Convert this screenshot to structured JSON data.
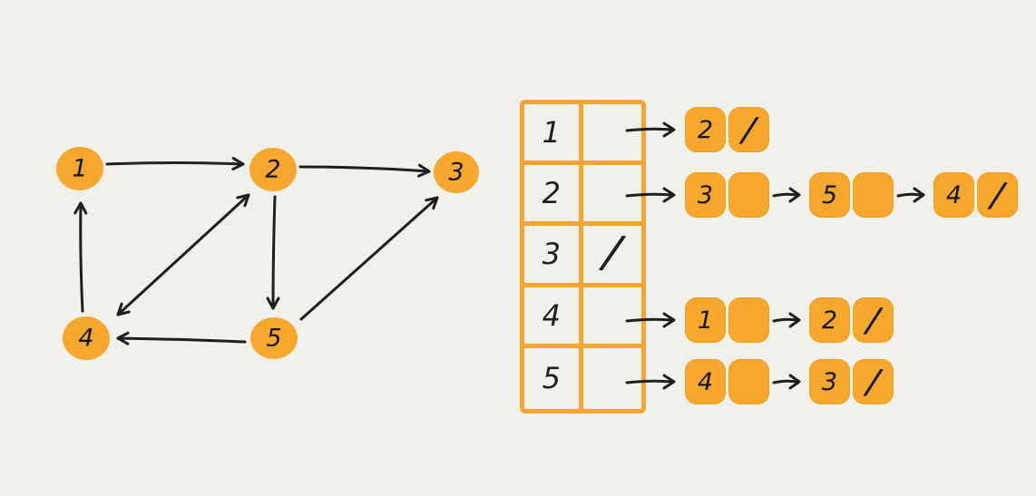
{
  "palette": {
    "background": "#F2F0EB",
    "accent_orange": "#F6A72D",
    "table_border_orange": "#F2A532",
    "ink": "#1E1E1E"
  },
  "graph": {
    "description": "hand-drawn directed graph",
    "nodes": [
      {
        "id": "1",
        "label": "1"
      },
      {
        "id": "2",
        "label": "2"
      },
      {
        "id": "3",
        "label": "3"
      },
      {
        "id": "4",
        "label": "4"
      },
      {
        "id": "5",
        "label": "5"
      }
    ],
    "edges": [
      {
        "from": "1",
        "to": "2"
      },
      {
        "from": "2",
        "to": "3"
      },
      {
        "from": "2",
        "to": "5"
      },
      {
        "from": "2",
        "to": "4"
      },
      {
        "from": "4",
        "to": "2"
      },
      {
        "from": "4",
        "to": "1"
      },
      {
        "from": "5",
        "to": "4"
      },
      {
        "from": "5",
        "to": "3"
      }
    ]
  },
  "adjacency_list": {
    "description": "adjacency-list representation with linked lists",
    "null_symbol": "/",
    "rows": [
      {
        "index": "1",
        "chain": [
          {
            "value": "2",
            "null_next": true
          }
        ]
      },
      {
        "index": "2",
        "chain": [
          {
            "value": "3"
          },
          {
            "value": "5"
          },
          {
            "value": "4",
            "null_next": true
          }
        ]
      },
      {
        "index": "3",
        "chain": [],
        "empty_marker": "/"
      },
      {
        "index": "4",
        "chain": [
          {
            "value": "1"
          },
          {
            "value": "2",
            "null_next": true
          }
        ]
      },
      {
        "index": "5",
        "chain": [
          {
            "value": "4"
          },
          {
            "value": "3",
            "null_next": true
          }
        ]
      }
    ]
  }
}
